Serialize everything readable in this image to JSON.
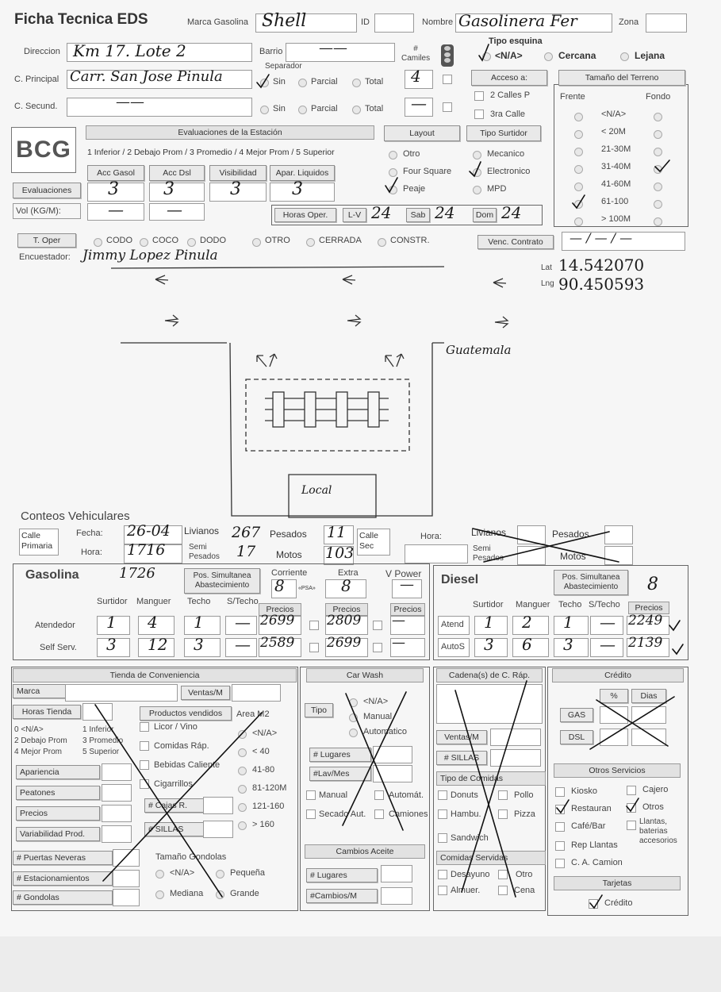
{
  "header": {
    "title": "Ficha Tecnica EDS",
    "marca_label": "Marca Gasolina",
    "marca_value": "Shell",
    "id_label": "ID",
    "nombre_label": "Nombre",
    "nombre_value": "Gasolinera Fer",
    "zona_label": "Zona"
  },
  "address": {
    "direccion_label": "Direccion",
    "direccion_value": "Km 17. Lote 2",
    "barrio_label": "Barrio",
    "barrio_value": "——",
    "camiones_label": "# Camiles",
    "camiones_value": "4",
    "camiones_secund_value": "—",
    "principal_label": "C. Principal",
    "principal_value": "Carr. San Jose Pinula",
    "secundaria_label": "C. Secund.",
    "secundaria_value": "——",
    "separador_label": "Separador",
    "separador_options": [
      "Sin",
      "Parcial",
      "Total"
    ],
    "tipo_esquina_label": "Tipo esquina",
    "tipo_esquina_options": [
      "<N/A>",
      "Cercana",
      "Lejana"
    ],
    "acceso_label": "Acceso a:",
    "acceso_options": [
      "2 Calles P",
      "3ra Calle"
    ]
  },
  "terrain": {
    "title": "Tamaño del Terreno",
    "frente_label": "Frente",
    "fondo_label": "Fondo",
    "sizes": [
      "<N/A>",
      "< 20M",
      "21-30M",
      "31-40M",
      "41-60M",
      "61-100",
      "> 100M"
    ]
  },
  "evaluations": {
    "logo": "BCG",
    "title": "Evaluaciones de la Estación",
    "scale": "1 Inferior / 2 Debajo Prom / 3 Promedio / 4 Mejor Prom / 5 Superior",
    "columns": [
      "Acc Gasol",
      "Acc Dsl",
      "Visibilidad",
      "Apar. Liquidos"
    ],
    "row_label": "Evaluaciones",
    "values": [
      "3",
      "3",
      "3",
      "3"
    ],
    "vol_label": "Vol (KG/M):",
    "vol_values": [
      "—",
      "—"
    ]
  },
  "layout": {
    "title": "Layout",
    "options": [
      "Otro",
      "Four Square",
      "Peaje"
    ],
    "tipo_surtidor_title": "Tipo Surtidor",
    "surtidor_options": [
      "Mecanico",
      "Electronico",
      "MPD"
    ]
  },
  "hours": {
    "label": "Horas Oper.",
    "lv_label": "L-V",
    "lv_value": "24",
    "sab_label": "Sab",
    "sab_value": "24",
    "dom_label": "Dom",
    "dom_value": "24"
  },
  "oper": {
    "label": "T. Oper",
    "options": [
      "CODO",
      "COCO",
      "DODO",
      "OTRO",
      "CERRADA",
      "CONSTR."
    ],
    "contrato_label": "Venc. Contrato",
    "contrato_value": "— / — / —"
  },
  "survey": {
    "encuestador_label": "Encuestador:",
    "encuestador_value": "Jimmy Lopez  Pinula",
    "lat_label": "Lat",
    "lat_value": "14.542070",
    "lng_label": "Lng",
    "lng_value": "90.450593",
    "sketch_city": "Guatemala",
    "sketch_local": "Local"
  },
  "counts": {
    "title": "Conteos Vehiculares",
    "calle_primaria": "Calle Primaria",
    "fecha_label": "Fecha:",
    "fecha_value": "26-04",
    "hora_label": "Hora:",
    "hora_value": "1716",
    "livianos_label": "Livianos",
    "livianos_value": "267",
    "pesados_label": "Pesados",
    "pesados_value": "11",
    "semi_label": "Semi Pesados",
    "semi_value": "17",
    "motos_label": "Motos",
    "motos_value": "103",
    "calle_sec": "Calle Sec",
    "hora2_label": "Hora:",
    "livianos2_label": "Livianos",
    "pesados2_label": "Pesados",
    "semi2_label": "Semi Pesados",
    "motos2_label": "Motos"
  },
  "gasolina": {
    "title": "Gasolina",
    "note": "1726",
    "pos_label": "Pos. Simultanea Abastecimiento",
    "corriente_label": "Corriente",
    "corriente_value": "8",
    "psa": "«PSA»",
    "extra_label": "Extra",
    "extra_value": "8",
    "vpower_label": "V Power",
    "vpower_value": "—",
    "cols": [
      "Surtidor",
      "Manguer",
      "Techo",
      "S/Techo"
    ],
    "precios_label": "Precios",
    "rows": [
      {
        "label": "Atendedor",
        "surtidor": "1",
        "manguer": "4",
        "techo": "1",
        "stecho": "—",
        "p1": "2699",
        "p2": "2809",
        "p3": "—"
      },
      {
        "label": "Self Serv.",
        "surtidor": "3",
        "manguer": "12",
        "techo": "3",
        "stecho": "—",
        "p1": "2589",
        "p2": "2699",
        "p3": "—"
      }
    ]
  },
  "diesel": {
    "title": "Diesel",
    "pos_label": "Pos. Simultanea Abastecimiento",
    "pos_value": "8",
    "cols": [
      "Surtidor",
      "Manguer",
      "Techo",
      "S/Techo",
      "Precios"
    ],
    "rows": [
      {
        "label": "Atend",
        "surtidor": "1",
        "manguer": "2",
        "techo": "1",
        "stecho": "—",
        "precio": "2249"
      },
      {
        "label": "AutoS",
        "surtidor": "3",
        "manguer": "6",
        "techo": "3",
        "stecho": "—",
        "precio": "2139"
      }
    ]
  },
  "tienda": {
    "title": "Tienda de Conveniencia",
    "marca": "Marca",
    "ventas": "Ventas/M",
    "horas": "Horas Tienda",
    "productos": "Productos vendidos",
    "area": "Area M2",
    "scale": [
      "0 <N/A>",
      "1 Inferior",
      "2 Debajo Prom",
      "3 Promedio",
      "4 Mejor Prom",
      "5 Superior"
    ],
    "products": [
      "Licor / Vino",
      "Comidas Ráp.",
      "Bebidas Caliente",
      "Cigarrillos"
    ],
    "areas": [
      "<N/A>",
      "< 40",
      "41-80",
      "81-120M",
      "121-160",
      "> 160"
    ],
    "evals": [
      "Apariencia",
      "Peatones",
      "Precios",
      "Variabilidad Prod."
    ],
    "cajas": "# Cajas R.",
    "sillas": "# SILLAS",
    "puertas": "# Puertas Neveras",
    "estacionamientos": "# Estacionamientos",
    "gondolas": "# Gondolas",
    "tam_gondolas": "Tamaño Gondolas",
    "gondola_opts": [
      "<N/A>",
      "Pequeña",
      "Mediana",
      "Grande"
    ]
  },
  "carwash": {
    "title": "Car Wash",
    "tipo": "Tipo",
    "tipo_opts": [
      "<N/A>",
      "Manual",
      "Automatico"
    ],
    "lugares": "# Lugares",
    "lavmes": "#Lav/Mes",
    "checks": [
      "Manual",
      "Automát.",
      "Secado Aut.",
      "Camiones"
    ],
    "aceite_title": "Cambios Aceite",
    "aceite_lugares": "# Lugares",
    "aceite_cambios": "#Cambios/M"
  },
  "cadena": {
    "title": "Cadena(s) de C. Ráp.",
    "ventas": "Ventas/M",
    "sillas": "# SILLAS",
    "tipo_title": "Tipo de Comidas",
    "tipos": [
      "Donuts",
      "Pollo",
      "Hambu.",
      "Pizza",
      "Sandwich"
    ],
    "servidas_title": "Comidas Servidas",
    "servidas": [
      "Desayuno",
      "Otro",
      "Almuer.",
      "Cena"
    ]
  },
  "credito": {
    "title": "Crédito",
    "pct": "%",
    "dias": "Dias",
    "gas": "GAS",
    "dsl": "DSL",
    "otros_title": "Otros Servicios",
    "otros": [
      "Kiosko",
      "Cajero",
      "Restauran",
      "Otros",
      "Café/Bar",
      "Llantas, baterias accesorios",
      "Rep Llantas",
      "C. A. Camion"
    ],
    "tarjetas_title": "Tarjetas",
    "tarjetas_opt": "Crédito"
  }
}
